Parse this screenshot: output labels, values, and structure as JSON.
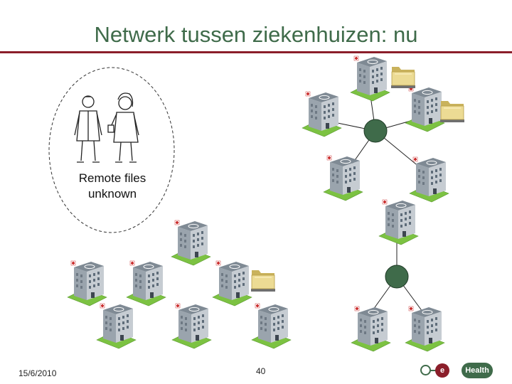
{
  "slide": {
    "title": "Netwerk tussen ziekenhuizen: nu",
    "bubble_label_line1": "Remote files",
    "bubble_label_line2": "unknown",
    "date": "15/6/2010",
    "page_number": "40"
  },
  "logo": {
    "letter": "e",
    "word": "Health"
  },
  "colors": {
    "title": "#3f6b4a",
    "rule": "#8b1e2a",
    "hub": "#3f6b4a",
    "grass": "#7cc242",
    "building": "#b8c0c8",
    "folder": "#e8d48a"
  },
  "icons": [
    "hospital-building-icon",
    "folder-icon",
    "network-hub-icon",
    "doctor-icon",
    "nurse-icon"
  ]
}
